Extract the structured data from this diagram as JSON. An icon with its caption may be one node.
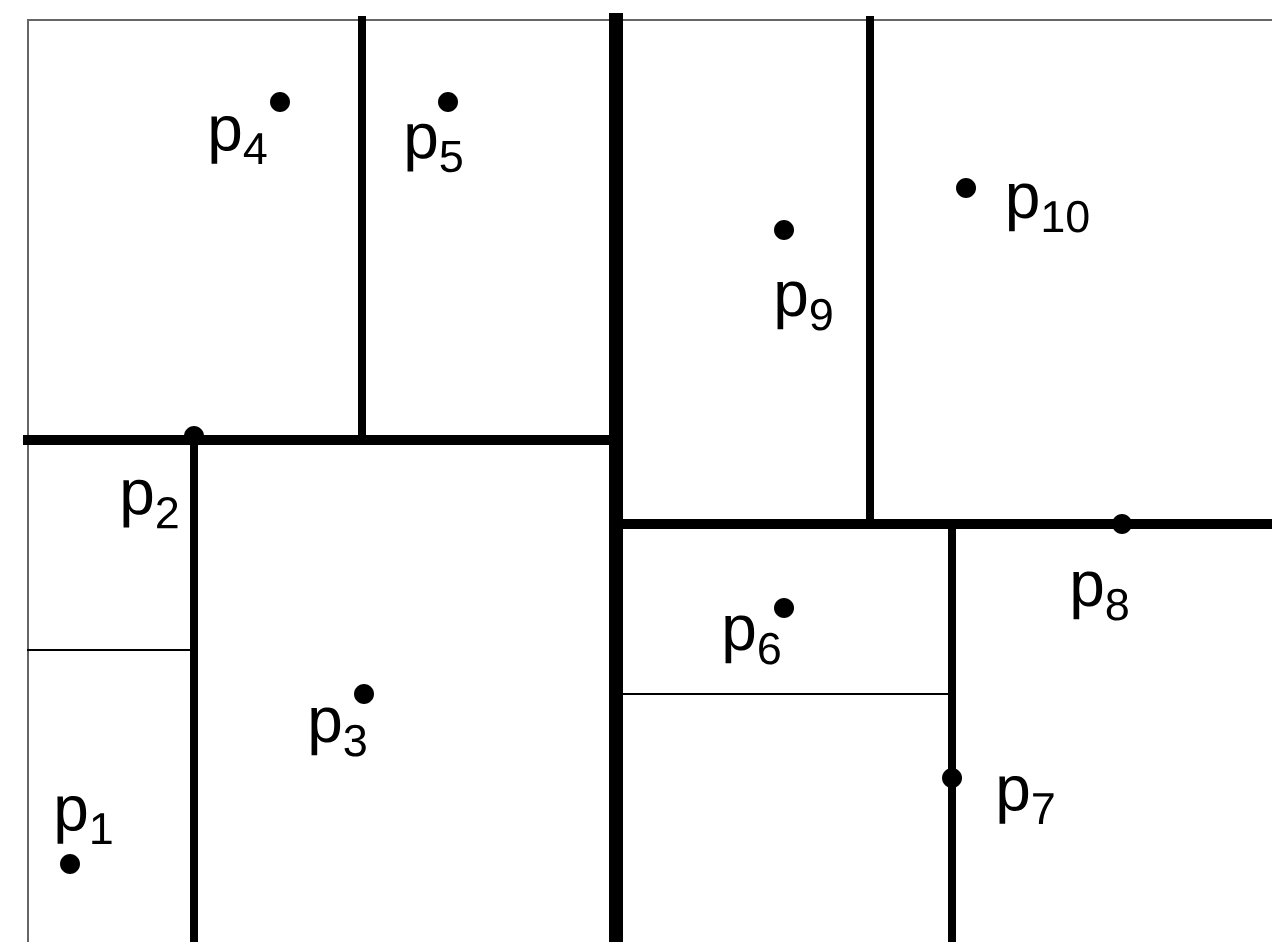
{
  "diagram": {
    "labels": [
      "p$_{4}$",
      "p$_{5}$",
      "p$_{10}$",
      "p$_{9}$",
      "p$_{2}$",
      "p$_{8}$",
      "p$_{6}$",
      "p$_{3}$",
      "p$_{7}$",
      "p$_{1}$"
    ]
  }
}
